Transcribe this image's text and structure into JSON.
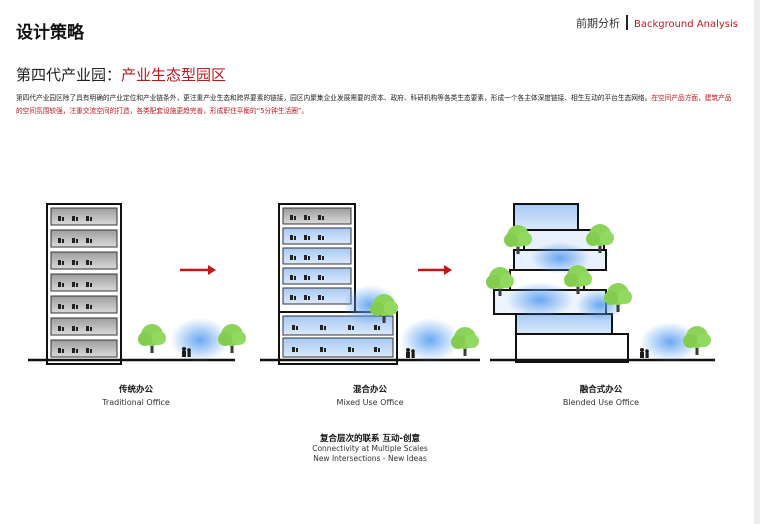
{
  "header": {
    "page_title": "设计策略",
    "section_zh": "前期分析",
    "section_en": "Background Analysis"
  },
  "subtitle": {
    "prefix": "第四代产业园：",
    "highlight": "产业生态型园区"
  },
  "description": {
    "black_text": "第四代产业园区除了具有明确的产业定位和产业链条外，更注重产业生态和跨界要素的链接，园区内聚集企业发展需要的资本、政府、科研机构等各类生态要素，形成一个各主体深度链接、相生互动的平台生态网络。",
    "red_text": "在空间产品方面，建筑产品的空间氛围较强，注重交流空间的打造，各类配套设施更趋完善，形成职住平衡的“5分钟生活圈”。"
  },
  "buildings": [
    {
      "zh": "传统办公",
      "en": "Traditional Office"
    },
    {
      "zh": "混合办公",
      "en": "Mixed Use Office"
    },
    {
      "zh": "融合式办公",
      "en": "Blended Use Office"
    }
  ],
  "summary": {
    "zh": "复合层次的联系 互动-创意",
    "en_line1": "Connectivity at Multiple Scales",
    "en_line2": "New Intersections - New Ideas"
  },
  "colors": {
    "accent_red": "#c0161c",
    "tree_green": "#8cd35a",
    "glow_blue": "#6aa8ee",
    "floor_gray": "#b9b9b9"
  }
}
